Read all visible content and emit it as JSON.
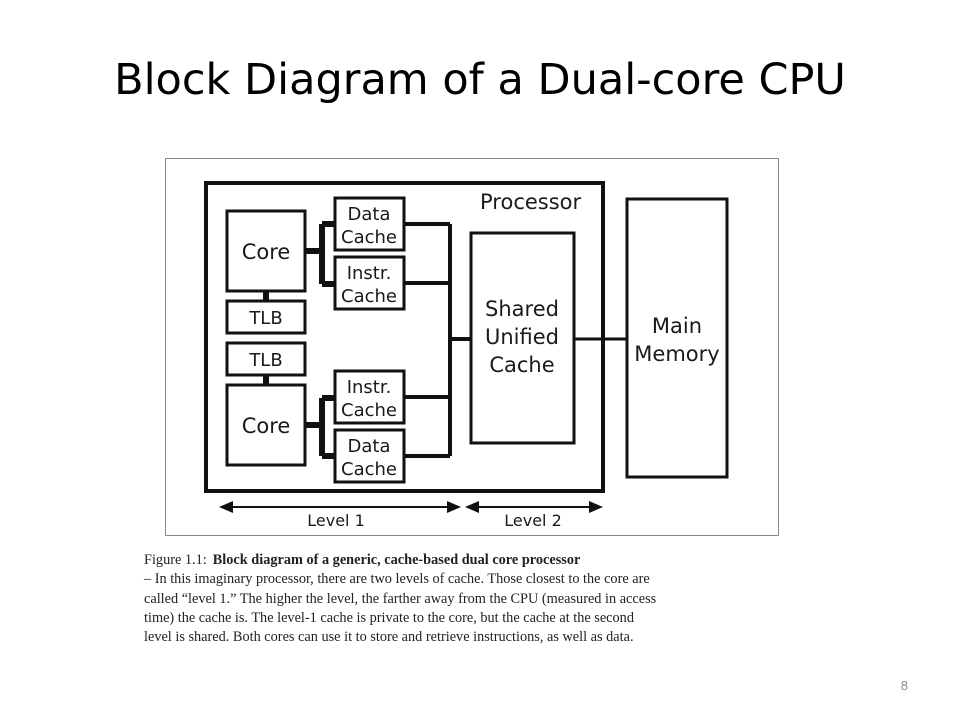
{
  "slide": {
    "title": "Block Diagram of a Dual-core CPU",
    "page_number": "8"
  },
  "diagram": {
    "processor_label": "Processor",
    "core_top": "Core",
    "core_bottom": "Core",
    "tlb_top": "TLB",
    "tlb_bottom": "TLB",
    "data_cache_top": [
      "Data",
      "Cache"
    ],
    "instr_cache_top": [
      "Instr.",
      "Cache"
    ],
    "instr_cache_bottom": [
      "Instr.",
      "Cache"
    ],
    "data_cache_bottom": [
      "Data",
      "Cache"
    ],
    "shared_cache": [
      "Shared",
      "Unified",
      "Cache"
    ],
    "main_memory": [
      "Main",
      "Memory"
    ],
    "level1_label": "Level 1",
    "level2_label": "Level 2"
  },
  "caption": {
    "label": "Figure 1.1:",
    "heading": "Block diagram of a generic, cache-based dual core processor",
    "lines": [
      "– In this imaginary processor, there are two levels of cache. Those closest to the core are",
      "called “level 1.” The higher the level, the farther away from the CPU (measured in access",
      "time) the cache is. The level-1 cache is private to the core, but the cache at the second",
      "level is shared. Both cores can use it to store and retrieve instructions, as well as data."
    ]
  }
}
